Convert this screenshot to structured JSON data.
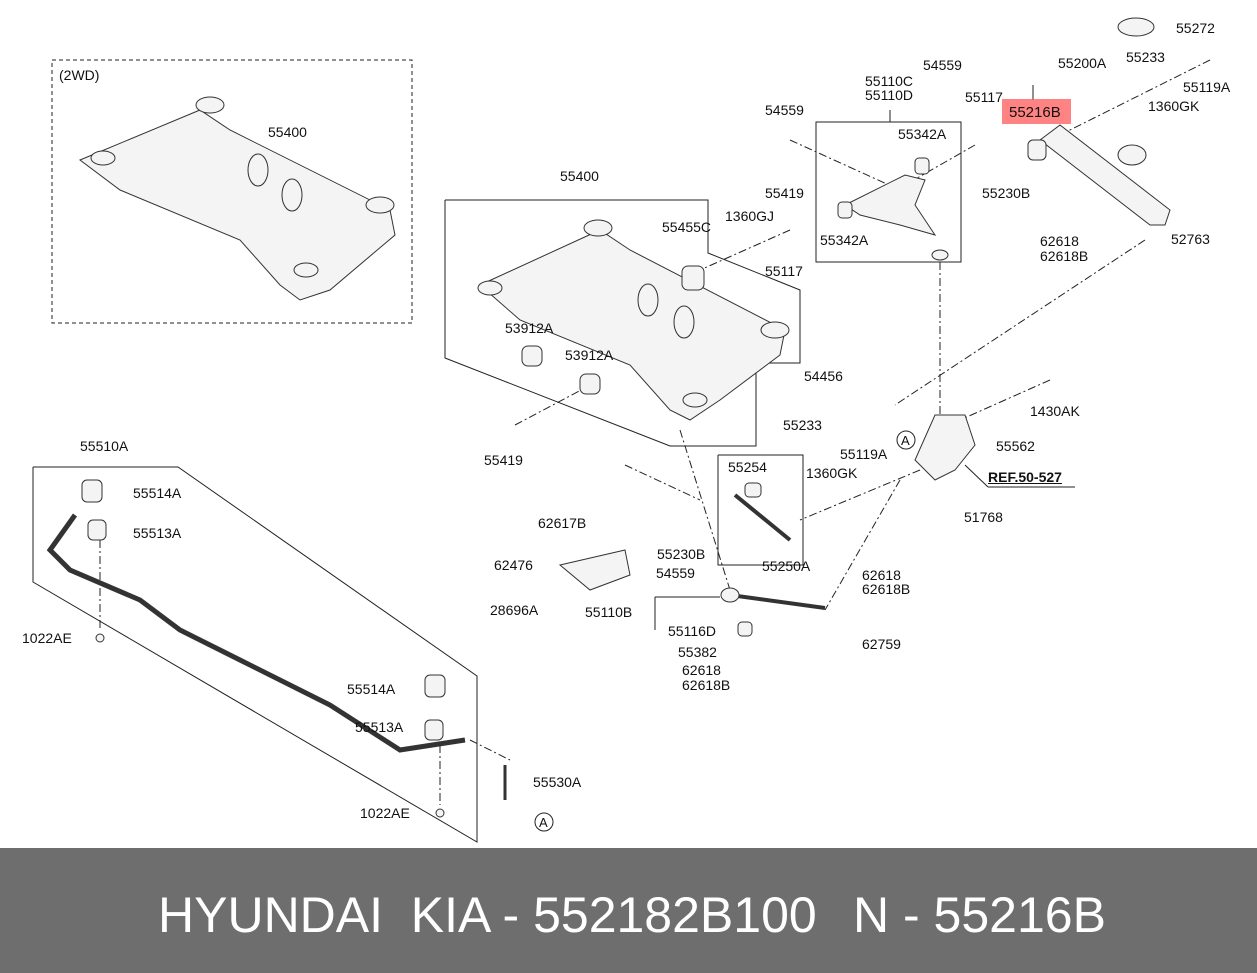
{
  "labels": {
    "l55272": "55272",
    "l55200A": "55200A",
    "l55233a": "55233",
    "l55119Aa": "55119A",
    "l1360GKa": "1360GK",
    "l55216B": "55216B",
    "l54559a": "54559",
    "l55110C": "55110C",
    "l55110D": "55110D",
    "l55117a": "55117",
    "l54559b": "54559",
    "l55342Aa": "55342A",
    "l55230Ba": "55230B",
    "l55419a": "55419",
    "l1360GJ": "1360GJ",
    "l55455C": "55455C",
    "l55342Ab": "55342A",
    "l62618a": "62618",
    "l62618Ba": "62618B",
    "l52763": "52763",
    "l55117b": "55117",
    "l55400a": "55400",
    "l55400b": "55400",
    "l2WD": "(2WD)",
    "l53912Aa": "53912A",
    "l53912Ab": "53912A",
    "l54456": "54456",
    "l1430AK": "1430AK",
    "l55419b": "55419",
    "l55233b": "55233",
    "l55119Ab": "55119A",
    "l1360GKb": "1360GK",
    "l55562": "55562",
    "lref": "REF.50-527",
    "l55254": "55254",
    "l51768": "51768",
    "l55510A": "55510A",
    "l55514Aa": "55514A",
    "l55513Aa": "55513A",
    "l62617B": "62617B",
    "l55230Bb": "55230B",
    "l62476": "62476",
    "l54559c": "54559",
    "l55250A": "55250A",
    "l62618b": "62618",
    "l62618Bb": "62618B",
    "l28696A": "28696A",
    "l55110B": "55110B",
    "l55116D": "55116D",
    "l62759": "62759",
    "l1022AEa": "1022AE",
    "l55382": "55382",
    "l62618c": "62618",
    "l62618Bc": "62618B",
    "l55514Ab": "55514A",
    "l55513Ab": "55513A",
    "l55530A": "55530A",
    "l1022AEb": "1022AE",
    "circleA1": "A",
    "circleA2": "A"
  },
  "highlight_color": "#ff5a5a",
  "footer": {
    "brand": "HYUNDAI  KIA - 552182B100",
    "part": "N - 55216B"
  }
}
